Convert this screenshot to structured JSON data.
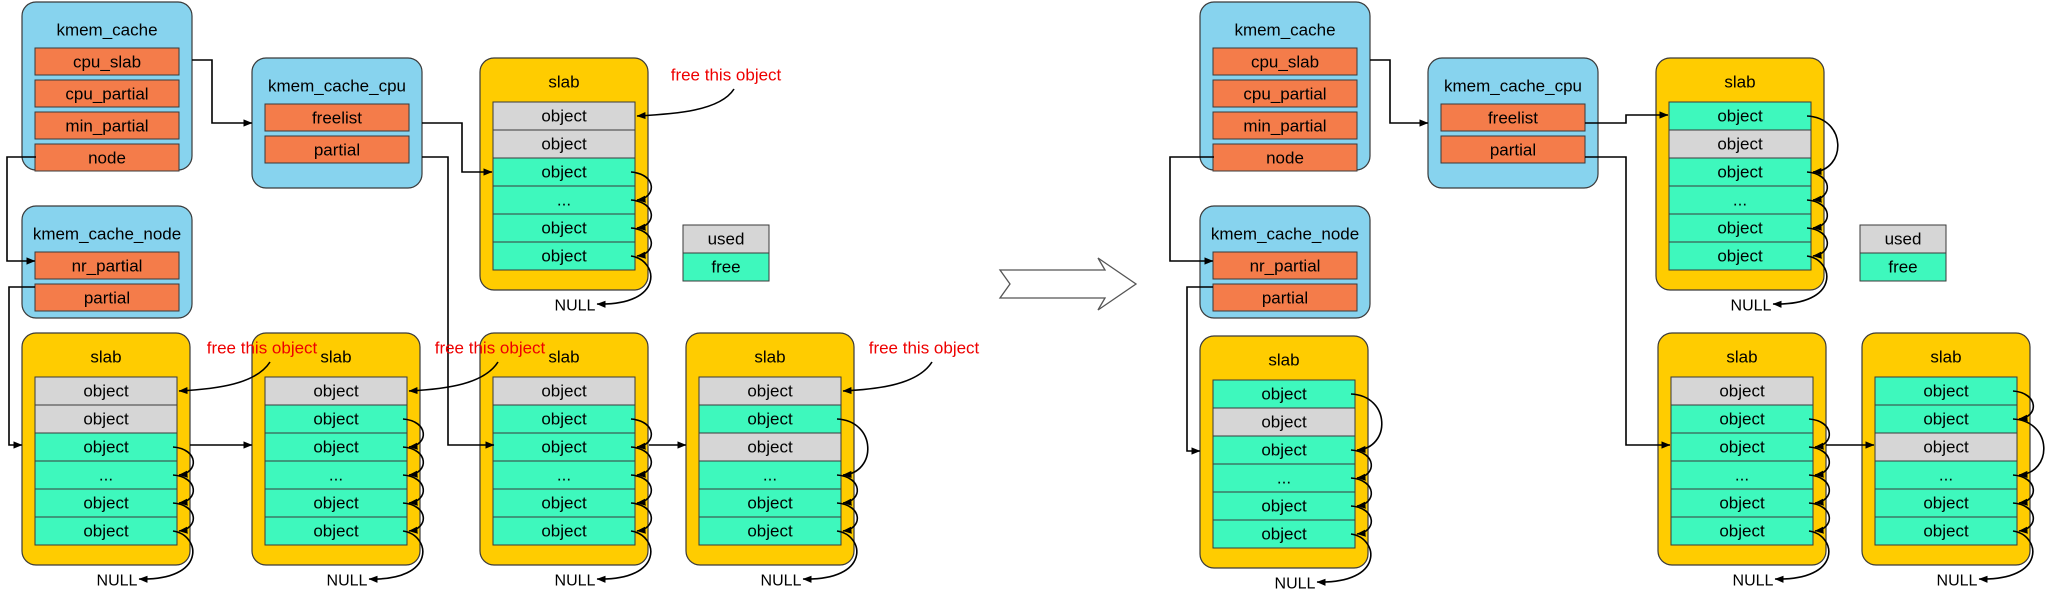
{
  "colors": {
    "struct_fill": "#87d3ee",
    "struct_stroke": "#3a3a3a",
    "field_fill": "#f47c4a",
    "slab_fill": "#ffcc00",
    "used_fill": "#d6d6d6",
    "free_fill": "#3ef8bd",
    "annotation": "#ee0000",
    "line": "#000000"
  },
  "labels": {
    "kmem_cache": "kmem_cache",
    "cpu_slab": "cpu_slab",
    "cpu_partial": "cpu_partial",
    "min_partial": "min_partial",
    "node": "node",
    "kmem_cache_cpu": "kmem_cache_cpu",
    "freelist": "freelist",
    "partial": "partial",
    "kmem_cache_node": "kmem_cache_node",
    "nr_partial": "nr_partial",
    "slab": "slab",
    "object": "object",
    "ellipsis": "...",
    "null": "NULL",
    "free_this_object": "free this object",
    "legend_used": "used",
    "legend_free": "free"
  },
  "icons": {
    "transition": "hollow-right-arrow-icon"
  },
  "before": {
    "cpu_slab": {
      "rows": [
        "used",
        "used",
        "free",
        "free",
        "free",
        "free"
      ]
    },
    "partial_slabs": [
      {
        "rows": [
          "used",
          "used",
          "free",
          "free",
          "free",
          "free"
        ],
        "annotated": true
      },
      {
        "rows": [
          "used",
          "free",
          "free",
          "free",
          "free",
          "free"
        ],
        "annotated": true
      },
      {
        "rows": [
          "used",
          "free",
          "free",
          "free",
          "free",
          "free"
        ],
        "annotated": false
      },
      {
        "rows": [
          "used",
          "free",
          "used",
          "free",
          "free",
          "free"
        ],
        "annotated": true
      }
    ]
  },
  "after": {
    "cpu_slab": {
      "rows": [
        "free",
        "used",
        "free",
        "free",
        "free",
        "free"
      ]
    },
    "node_slab": {
      "rows": [
        "free",
        "used",
        "free",
        "free",
        "free",
        "free"
      ]
    },
    "partial_slabs": [
      {
        "rows": [
          "used",
          "free",
          "free",
          "free",
          "free",
          "free"
        ]
      },
      {
        "rows": [
          "free",
          "free",
          "used",
          "free",
          "free",
          "free"
        ]
      }
    ]
  }
}
